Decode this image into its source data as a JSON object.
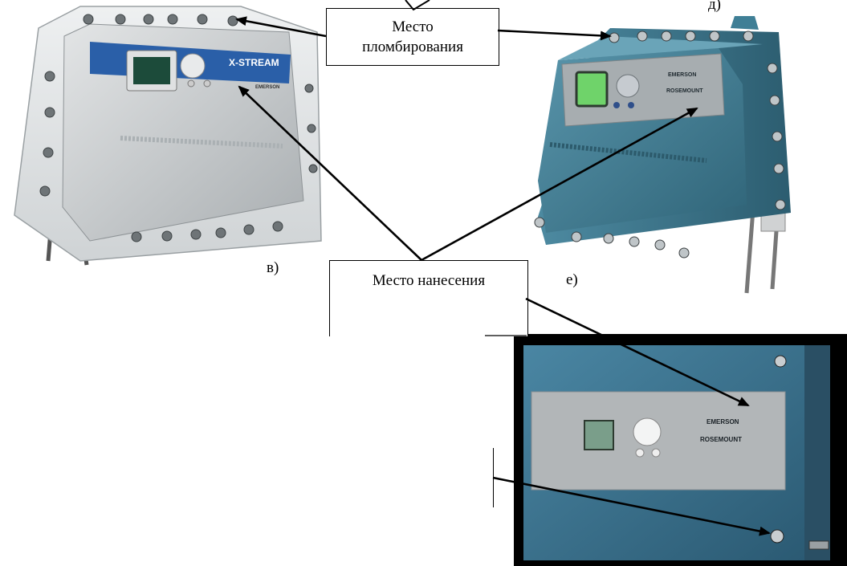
{
  "labels": {
    "v": "в)",
    "d": "д)",
    "e": "е)"
  },
  "callouts": {
    "sealing": "Место пломбирования",
    "marking": "Место нанесения"
  },
  "devices": {
    "left": {
      "panel_brand": "X-STREAM",
      "logo": "EMERSON"
    },
    "right": {
      "logo": "EMERSON",
      "brand": "ROSEMOUNT"
    },
    "closeup": {
      "logo": "EMERSON",
      "brand": "ROSEMOUNT"
    }
  },
  "colors": {
    "grey_body": "#c8cbcd",
    "blue_panel": "#2a5fa8",
    "teal_body": "#3f7f96",
    "closeup_body": "#3f7694",
    "lcd": "#6fd36a"
  }
}
